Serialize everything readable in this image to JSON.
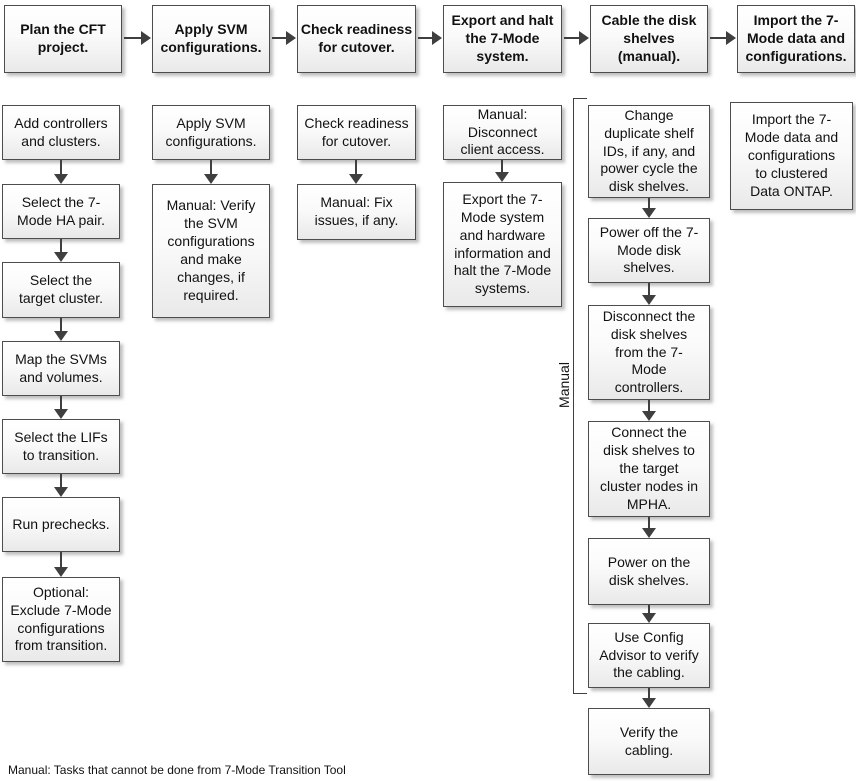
{
  "flow": {
    "headers": [
      "Plan the CFT\nproject.",
      "Apply SVM\nconfigurations.",
      "Check readiness\nfor cutover.",
      "Export and halt\nthe 7-Mode\nsystem.",
      "Cable the disk\nshelves\n(manual).",
      "Import the 7-\nMode data and\nconfigurations."
    ],
    "columns": [
      [
        "Add controllers\nand clusters.",
        "Select the 7-\nMode HA pair.",
        "Select the\ntarget cluster.",
        "Map the SVMs\nand volumes.",
        "Select the LIFs\nto transition.",
        "Run prechecks.",
        "Optional:\nExclude 7-Mode\nconfigurations\nfrom transition."
      ],
      [
        "Apply SVM\nconfigurations.",
        "Manual: Verify\nthe SVM\nconfigurations\nand make\nchanges, if\nrequired."
      ],
      [
        "Check readiness\nfor cutover.",
        "Manual: Fix\nissues, if any."
      ],
      [
        "Manual:\nDisconnect\nclient access.",
        "Export the 7-\nMode system\nand hardware\ninformation and\nhalt the 7-Mode\nsystems."
      ],
      [
        "Change\nduplicate shelf\nIDs, if any, and\npower cycle the\ndisk shelves.",
        "Power off the 7-\nMode disk\nshelves.",
        "Disconnect the\ndisk shelves\nfrom the 7-\nMode\ncontrollers.",
        "Connect the\ndisk shelves to\nthe target\ncluster nodes in\nMPHA.",
        "Power on the\ndisk shelves.",
        "Use Config\nAdvisor to verify\nthe cabling.",
        "Verify the\ncabling."
      ],
      [
        "Import the 7-\nMode data and\nconfigurations\nto clustered\nData ONTAP."
      ]
    ],
    "bracket_label": "Manual",
    "footnote": "Manual: Tasks that cannot be done from 7-Mode Transition Tool"
  }
}
